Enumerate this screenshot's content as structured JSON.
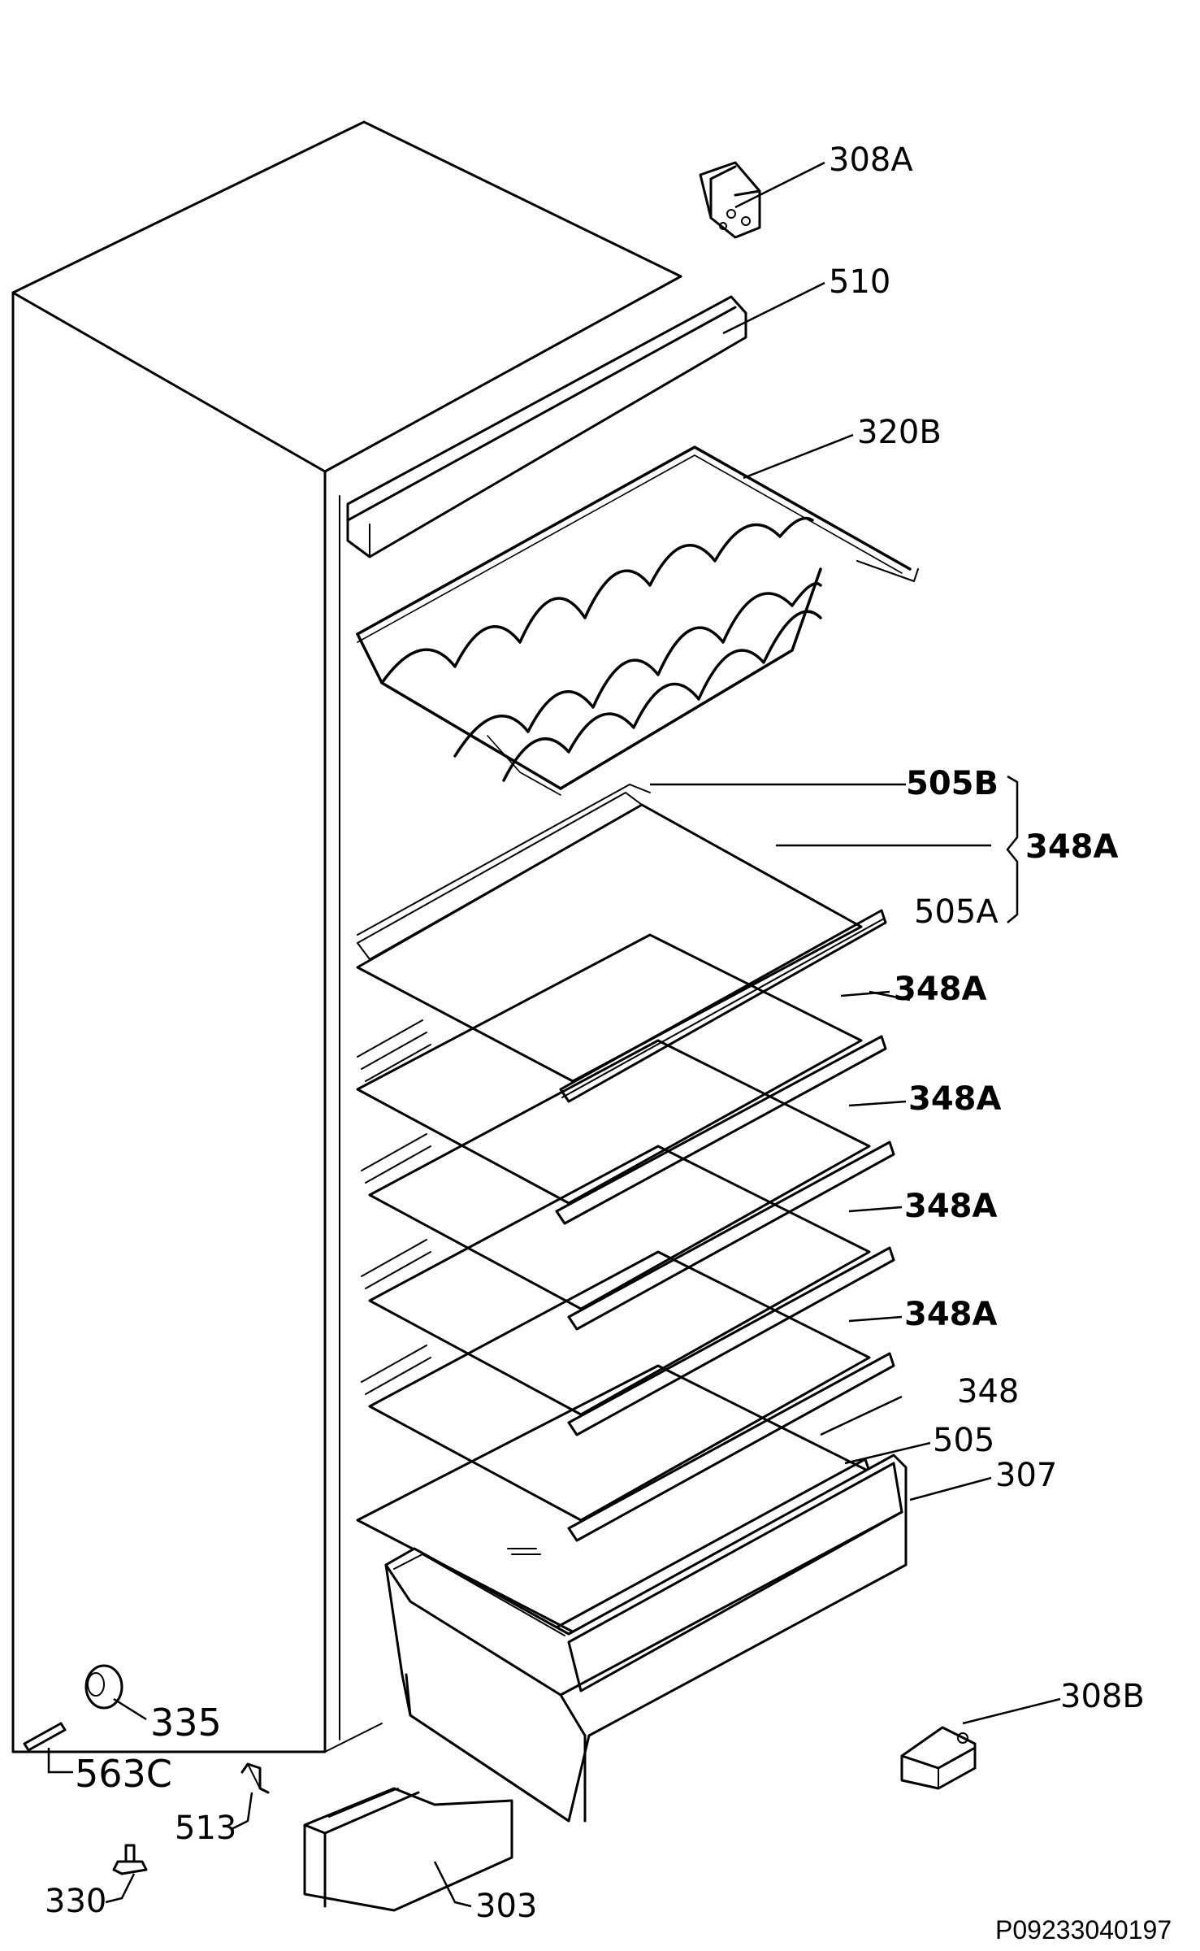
{
  "labels": {
    "hinge_top": "308A",
    "trim_top": "510",
    "bottle_rack": "320B",
    "shelf_trim_rear": "505B",
    "shelf_assembly_group": "348A",
    "shelf_trim_front": "505A",
    "shelf_2": "348A",
    "shelf_3": "348A",
    "shelf_4": "348A",
    "shelf_5": "348A",
    "shelf_crisper_cover": "348",
    "crisper_cover_trim": "505",
    "crisper_drawer": "307",
    "hinge_bottom": "308B",
    "foot_roller": "335",
    "pin": "563C",
    "bracket": "513",
    "screw_foot": "330",
    "kick_plate": "303"
  },
  "drawing_code": "P09233040197"
}
